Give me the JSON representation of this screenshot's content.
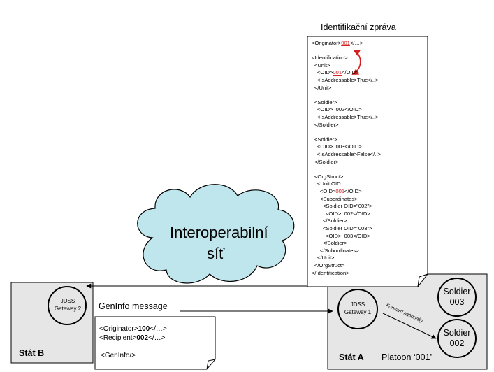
{
  "doc_title": "Identifikační zpráva",
  "xml_lines": [
    {
      "pre": "<Originator>",
      "hl": "001",
      "post": "</…>",
      "indent": 0
    },
    {
      "pre": "",
      "hl": "",
      "post": "",
      "indent": 0
    },
    {
      "pre": "<Identification>",
      "hl": "",
      "post": "",
      "indent": 0
    },
    {
      "pre": "<Unit>",
      "hl": "",
      "post": "",
      "indent": 1
    },
    {
      "pre": "<OID>",
      "hl": "001",
      "post": "</OID>",
      "indent": 2
    },
    {
      "pre": "<IsAddressable>True</..>",
      "hl": "",
      "post": "",
      "indent": 2
    },
    {
      "pre": "</Unit>",
      "hl": "",
      "post": "",
      "indent": 1
    },
    {
      "pre": "",
      "hl": "",
      "post": "",
      "indent": 0
    },
    {
      "pre": "<Soldier>",
      "hl": "",
      "post": "",
      "indent": 1
    },
    {
      "pre": "<OID>  002</OID>",
      "hl": "",
      "post": "",
      "indent": 2
    },
    {
      "pre": "<IsAddressable>True</..>",
      "hl": "",
      "post": "",
      "indent": 2
    },
    {
      "pre": "</Soldier>",
      "hl": "",
      "post": "",
      "indent": 1
    },
    {
      "pre": "",
      "hl": "",
      "post": "",
      "indent": 0
    },
    {
      "pre": "<Soldier>",
      "hl": "",
      "post": "",
      "indent": 1
    },
    {
      "pre": "<OID>  003</OID>",
      "hl": "",
      "post": "",
      "indent": 2
    },
    {
      "pre": "<IsAddressable>False</..>",
      "hl": "",
      "post": "",
      "indent": 2
    },
    {
      "pre": "</Soldier>",
      "hl": "",
      "post": "",
      "indent": 1
    },
    {
      "pre": "",
      "hl": "",
      "post": "",
      "indent": 0
    },
    {
      "pre": "<OrgStruct>",
      "hl": "",
      "post": "",
      "indent": 1
    },
    {
      "pre": "<Unit OID",
      "hl": "",
      "post": "",
      "indent": 2
    },
    {
      "pre": "<OID>",
      "hl": "001",
      "post": "</OID>",
      "indent": 3
    },
    {
      "pre": "<Subordinates>",
      "hl": "",
      "post": "",
      "indent": 3
    },
    {
      "pre": "<Soldier OID=\"002\">",
      "hl": "",
      "post": "",
      "indent": 4
    },
    {
      "pre": "<OID>  002</OID>",
      "hl": "",
      "post": "",
      "indent": 5
    },
    {
      "pre": "</Soldier>",
      "hl": "",
      "post": "",
      "indent": 4
    },
    {
      "pre": "<Soldier OID=\"003\">",
      "hl": "",
      "post": "",
      "indent": 4
    },
    {
      "pre": "<OID>  003</OID>",
      "hl": "",
      "post": "",
      "indent": 5
    },
    {
      "pre": "</Soldier>",
      "hl": "",
      "post": "",
      "indent": 4
    },
    {
      "pre": "</Subordinates>",
      "hl": "",
      "post": "",
      "indent": 3
    },
    {
      "pre": "</Unit>",
      "hl": "",
      "post": "",
      "indent": 2
    },
    {
      "pre": "</OrgStruct>",
      "hl": "",
      "post": "",
      "indent": 1
    },
    {
      "pre": "</Identification>",
      "hl": "",
      "post": "",
      "indent": 0
    }
  ],
  "cloud_line1": "Interoperabilní",
  "cloud_line2": "síť",
  "state_b_label": "Stát B",
  "state_a_label": "Stát A",
  "platoon_label": "Platoon ‘001’",
  "gateway_b_line1": "JDSS",
  "gateway_b_line2": "Gateway 2",
  "gateway_a_line1": "JDSS",
  "gateway_a_line2": "Gateway 1",
  "soldier_003_line1": "Soldier",
  "soldier_003_line2": "003",
  "soldier_002_line1": "Soldier",
  "soldier_002_line2": "002",
  "forward_label": "Forward nationally",
  "geninfo_label": "GenInfo message",
  "geninfo_lines": [
    {
      "pre": "<Originator>",
      "val": "100",
      "post": "</…>"
    },
    {
      "pre": "<Recipient>",
      "val": "002",
      "post": "</…>"
    },
    {
      "pre": "",
      "val": "",
      "post": ""
    },
    {
      "pre": "<GenInfo/>",
      "val": "",
      "post": ""
    }
  ],
  "colors": {
    "cloud_fill": "#bfe6ec",
    "box_fill": "#e6e6e6",
    "highlight": "#d21f1f"
  }
}
